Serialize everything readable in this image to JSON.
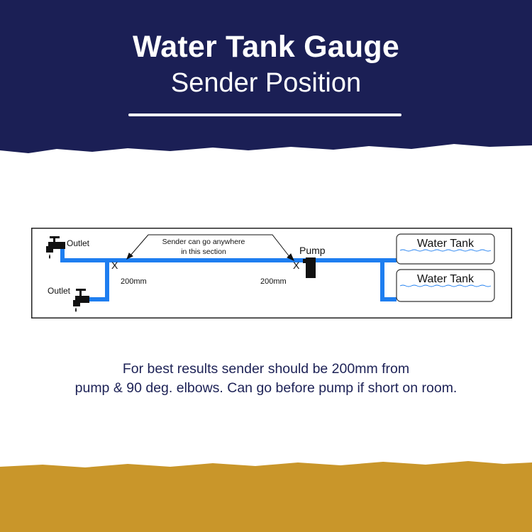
{
  "header": {
    "title": "Water Tank Gauge",
    "subtitle": "Sender Position"
  },
  "diagram": {
    "outlet_top_label": "Outlet",
    "outlet_bottom_label": "Outlet",
    "note_line1": "Sender can go anywhere",
    "note_line2": "in this section",
    "marker_left": "X",
    "marker_right": "X",
    "distance_left": "200mm",
    "distance_right": "200mm",
    "pump_label": "Pump",
    "tank_top_label": "Water Tank",
    "tank_bottom_label": "Water Tank"
  },
  "caption": {
    "line1": "For best results sender should be 200mm from",
    "line2": "pump & 90 deg. elbows. Can go before pump if short on room."
  },
  "colors": {
    "navy": "#1b1f55",
    "gold": "#c9962a",
    "pipe": "#1e7ef0"
  }
}
